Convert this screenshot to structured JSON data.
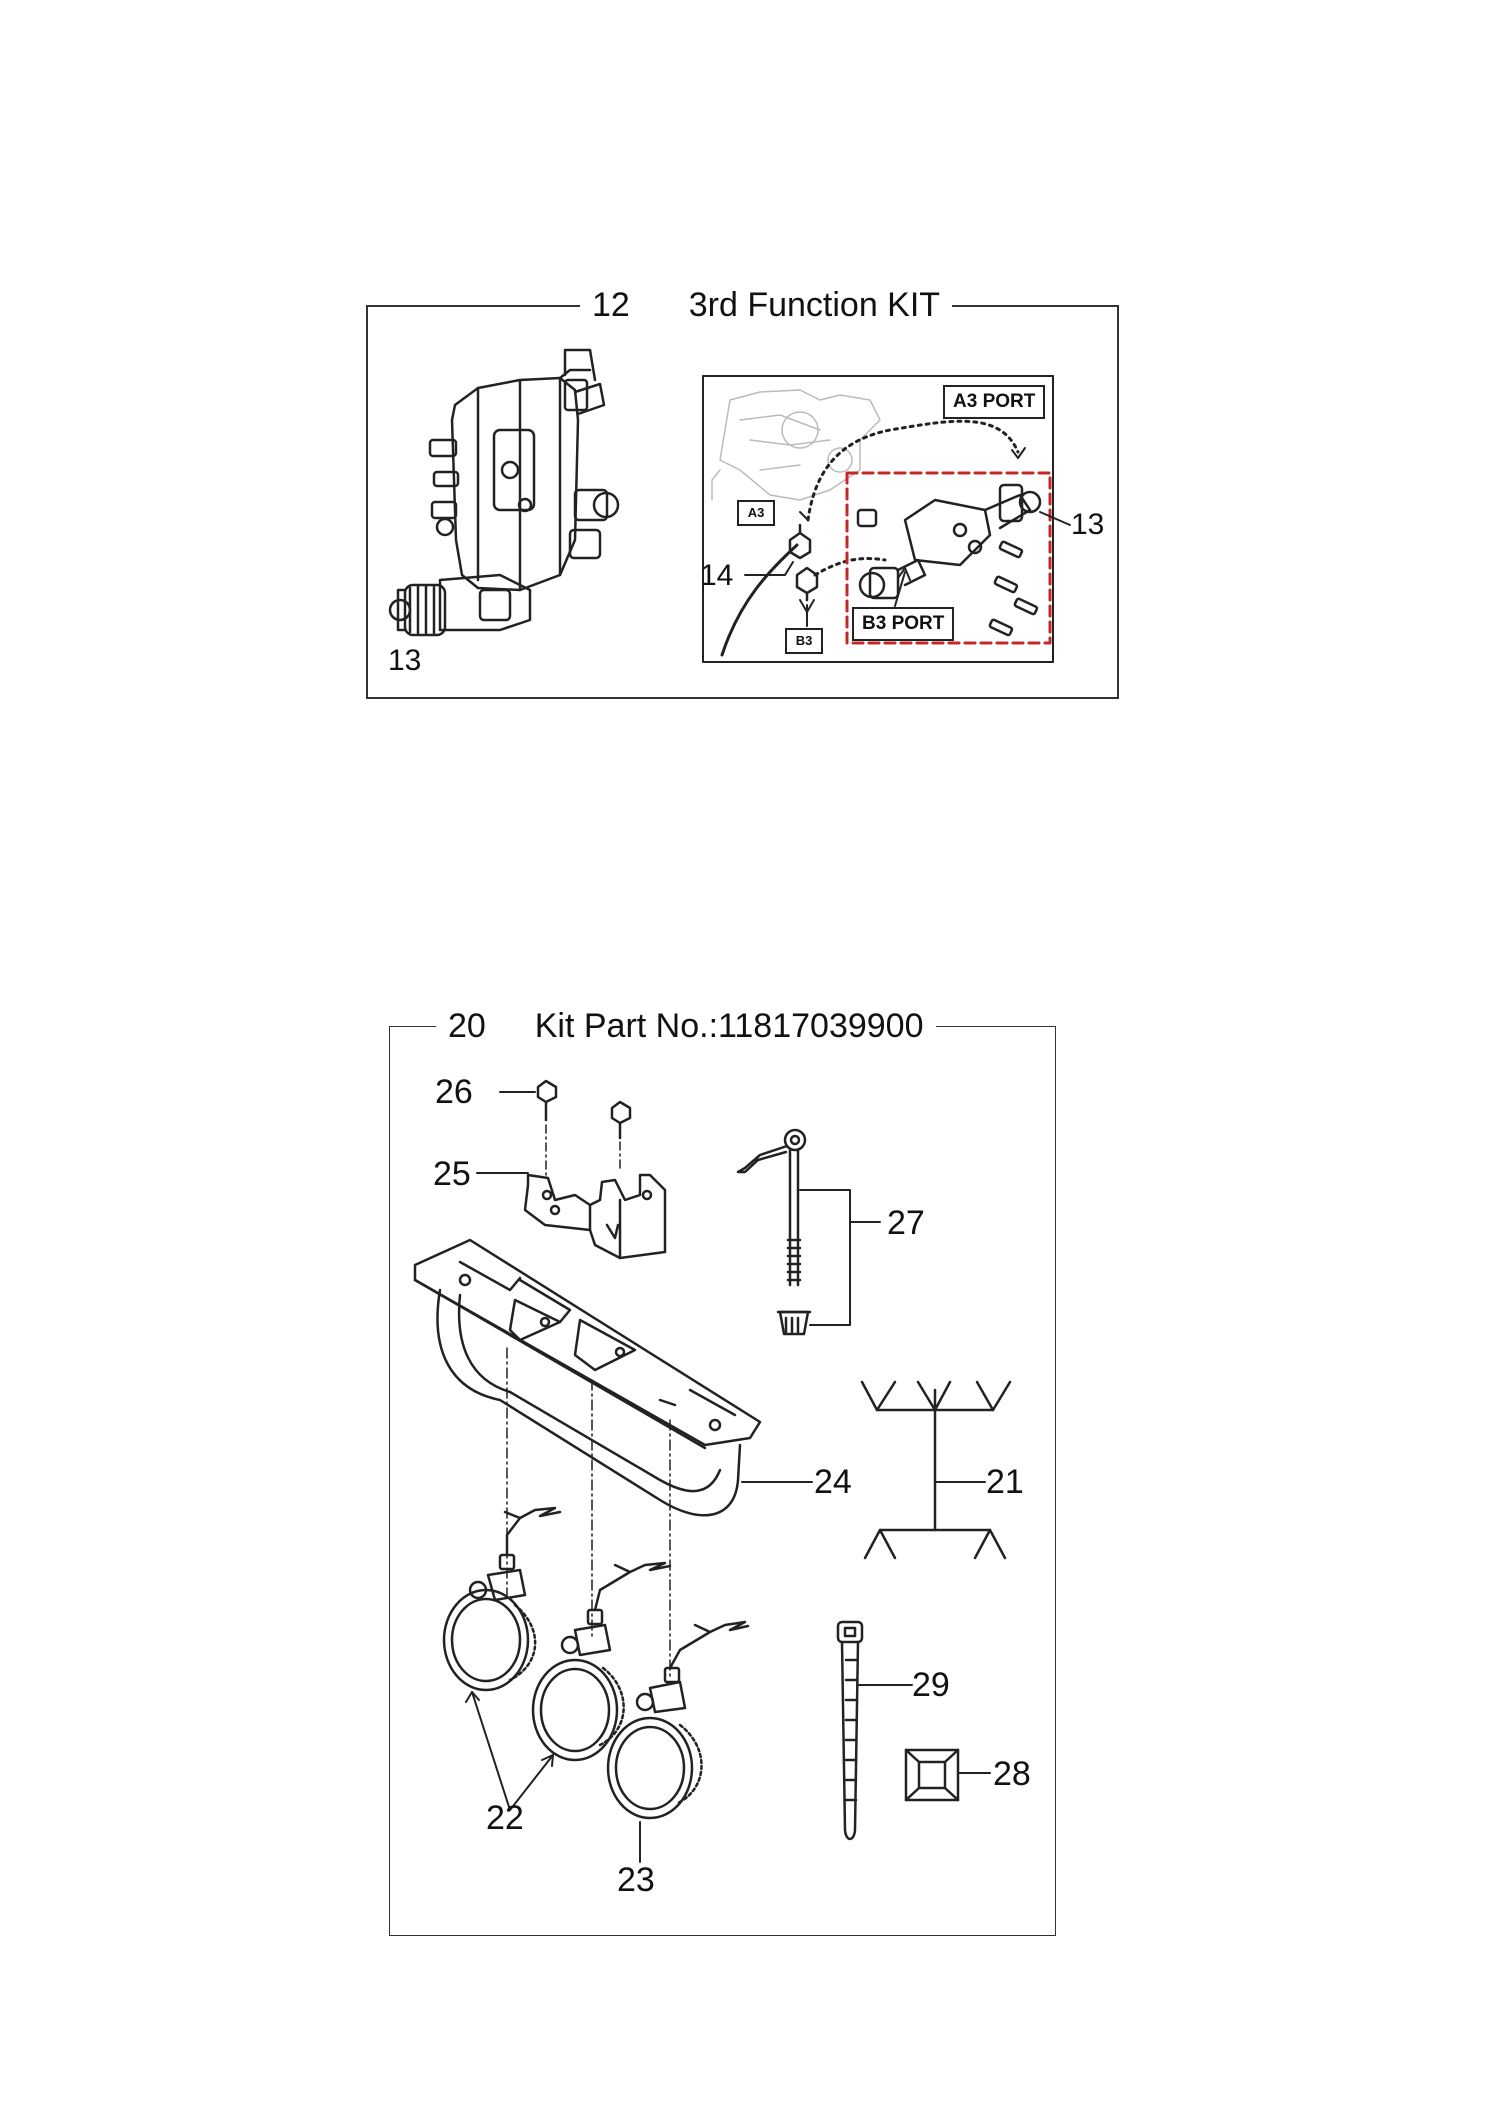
{
  "kit_12": {
    "number": "12",
    "title": "3rd Function KIT",
    "callouts": {
      "valve_left": "13",
      "valve_right": "13",
      "hose": "14"
    },
    "ports": {
      "a3_port": "A3 PORT",
      "b3_port": "B3 PORT",
      "a3_tag": "A3",
      "b3_tag": "B3"
    }
  },
  "kit_20": {
    "number": "20",
    "title": "Kit Part No.:11817039900",
    "callouts": {
      "bolt": "26",
      "bracket": "25",
      "pin_assembly": "27",
      "light_bar": "24",
      "wire_harness": "21",
      "cable_tie": "29",
      "tie_mount": "28",
      "lamp_pair": "22",
      "lamp_single": "23"
    }
  },
  "colors": {
    "line": "#222222",
    "dashed_highlight": "#c62828",
    "frame": "#333333"
  }
}
